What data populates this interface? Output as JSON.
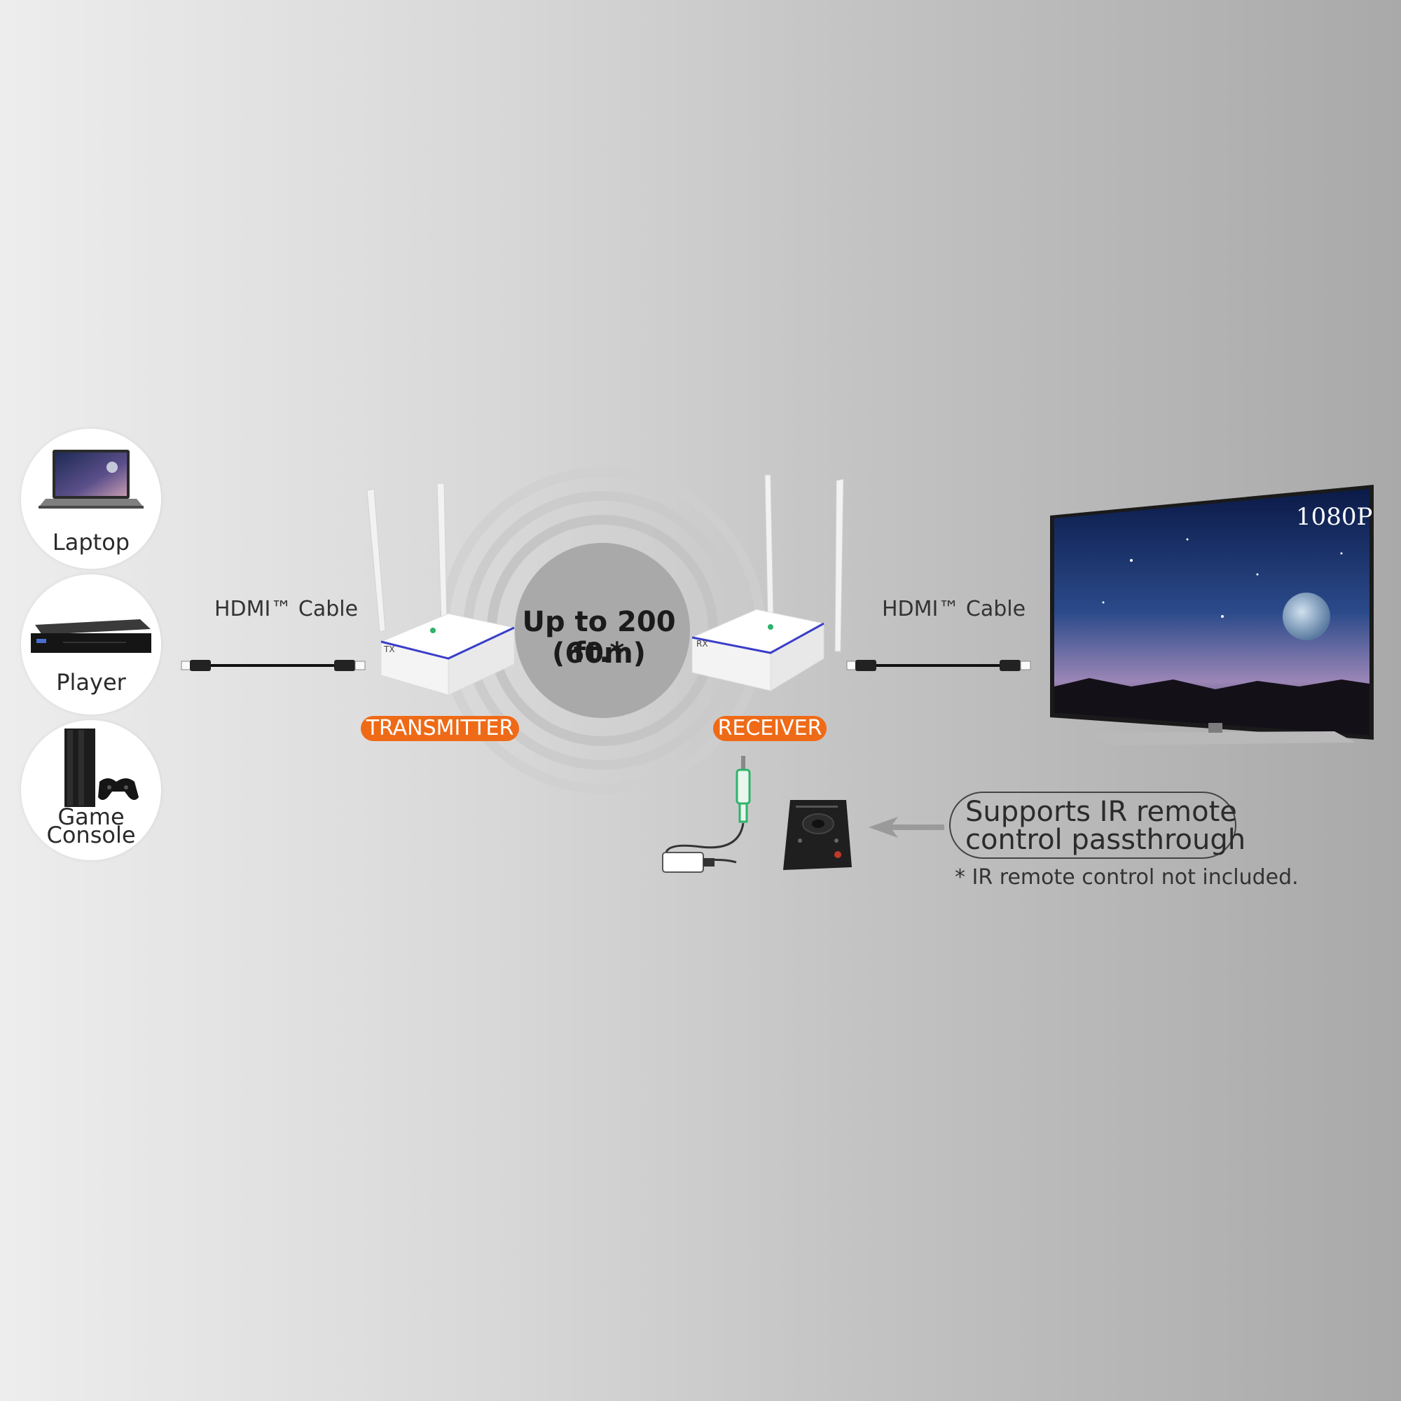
{
  "sources": [
    {
      "label": "Laptop",
      "icon": "laptop-icon"
    },
    {
      "label": "Player",
      "icon": "blu-ray-player-icon"
    },
    {
      "label": "Game",
      "label2": "Console",
      "icon": "game-console-icon"
    }
  ],
  "cables": {
    "left_label": "HDMI™ Cable",
    "right_label": "HDMI™ Cable"
  },
  "transmitter": {
    "badge": "TRANSMITTER",
    "model_mark": "TX"
  },
  "receiver": {
    "badge": "RECEIVER",
    "model_mark": "RX"
  },
  "range": {
    "line1": "Up to 200 ft.*",
    "line2": "(60m)"
  },
  "tv": {
    "resolution": "1080P"
  },
  "ir": {
    "line1": "Supports IR remote",
    "line2": "control passthrough",
    "note": "* IR remote control not included."
  },
  "colors": {
    "accent_orange": "#ef6a16",
    "ir_green": "#2fb36b",
    "led_blue": "#3a3ec8"
  }
}
